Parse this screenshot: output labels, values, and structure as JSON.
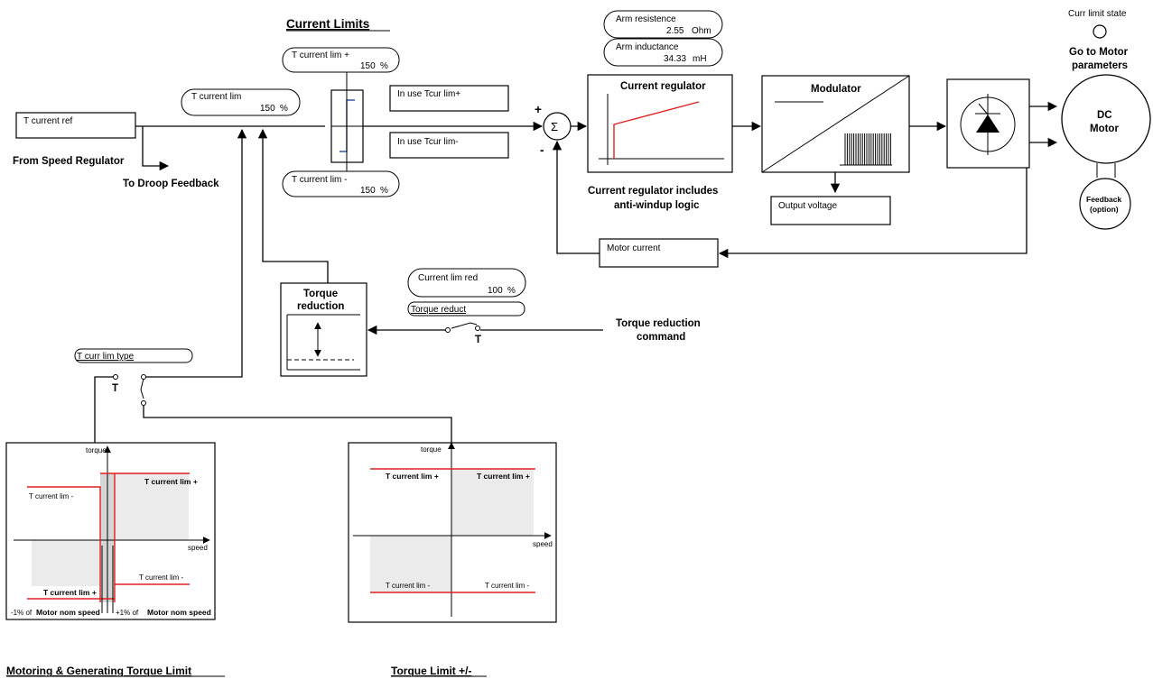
{
  "headings": {
    "current_limits": "Current Limits",
    "motoring_generating": "Motoring & Generating Torque Limit",
    "torque_limit_pm": "Torque Limit +/-"
  },
  "params": {
    "t_current_lim_plus": {
      "label": "T current lim +",
      "value": "150",
      "unit": "%"
    },
    "t_current_lim": {
      "label": "T current lim",
      "value": "150",
      "unit": "%"
    },
    "t_current_lim_minus": {
      "label": "T current lim -",
      "value": "150",
      "unit": "%"
    },
    "arm_resistence": {
      "label": "Arm resistence",
      "value": "2.55",
      "unit": "Ohm"
    },
    "arm_inductance": {
      "label": "Arm inductance",
      "value": "34.33",
      "unit": "mH"
    },
    "current_lim_red": {
      "label": "Current lim red",
      "value": "100",
      "unit": "%"
    },
    "torque_reduct": {
      "label": "Torque reduct"
    },
    "t_curr_lim_type": {
      "label": "T curr lim type"
    }
  },
  "boxes": {
    "t_current_ref": "T current ref",
    "in_use_plus": "In use Tcur lim+",
    "in_use_minus": "In use Tcur lim-",
    "output_voltage": "Output voltage",
    "motor_current": "Motor current",
    "current_regulator": "Current regulator",
    "modulator": "Modulator",
    "torque_reduction_1": "Torque",
    "torque_reduction_2": "reduction",
    "dc_motor_1": "DC",
    "dc_motor_2": "Motor",
    "feedback_1": "Feedback",
    "feedback_2": "(option)"
  },
  "labels": {
    "from_speed_regulator": "From Speed Regulator",
    "to_droop_feedback": "To Droop Feedback",
    "plus": "+",
    "minus": "-",
    "sigma": "Σ",
    "cr_note_1": "Current regulator includes",
    "cr_note_2": "anti-windup logic",
    "curr_limit_state": "Curr limit state",
    "go_to_motor_1": "Go to Motor",
    "go_to_motor_2": "parameters",
    "torque_reduction_cmd_1": "Torque reduction",
    "torque_reduction_cmd_2": "command",
    "switch_t1": "T",
    "switch_t2": "T"
  },
  "graph_left": {
    "axis_torque": "torque",
    "axis_speed": "speed",
    "lim_plus_right": "T current lim +",
    "lim_minus_left": "T current lim -",
    "lim_minus_right": "T current lim -",
    "lim_plus_left": "T current lim +",
    "neg_pct": "-1% of",
    "neg_label": "Motor nom speed",
    "pos_pct": "+1% of",
    "pos_label": "Motor nom speed"
  },
  "graph_right": {
    "axis_torque": "torque",
    "axis_speed": "speed",
    "lim_plus_left": "T current lim +",
    "lim_plus_right": "T current lim +",
    "lim_minus_left": "T current lim -",
    "lim_minus_right": "T current lim -"
  },
  "colors": {
    "limit_line": "#e02020",
    "shade": "#ebebeb"
  }
}
